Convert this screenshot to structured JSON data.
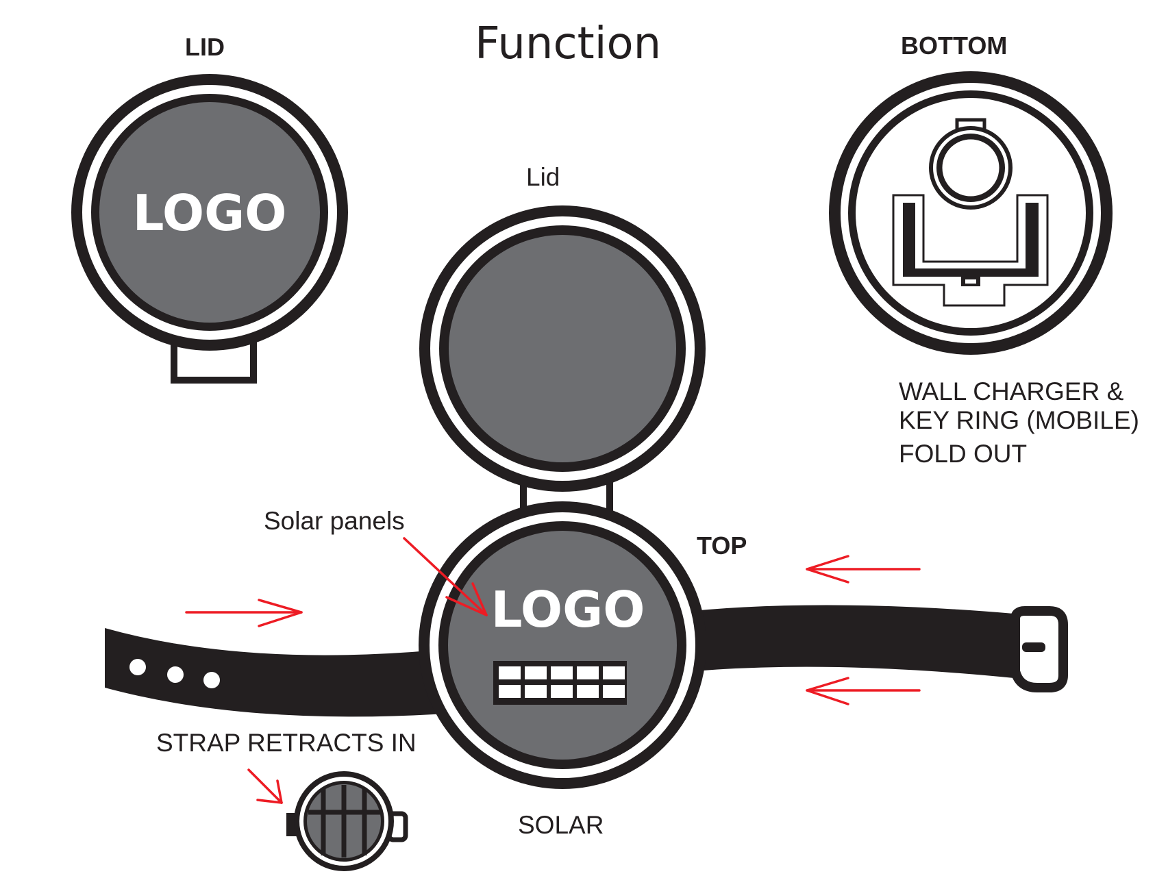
{
  "title": "Function",
  "labels": {
    "lid_heading": "LID",
    "bottom_heading": "BOTTOM",
    "lid_caption": "Lid",
    "solar_panels": "Solar panels",
    "top": "TOP",
    "wall_charger": [
      "WALL CHARGER &",
      "KEY RING (MOBILE)",
      "FOLD OUT"
    ],
    "strap_retracts": "STRAP RETRACTS IN",
    "solar": "SOLAR"
  },
  "logo_text": "LOGO",
  "colors": {
    "outline": "#231f20",
    "face": "#6d6e71",
    "arrow": "#ed1c24",
    "background": "#ffffff"
  }
}
